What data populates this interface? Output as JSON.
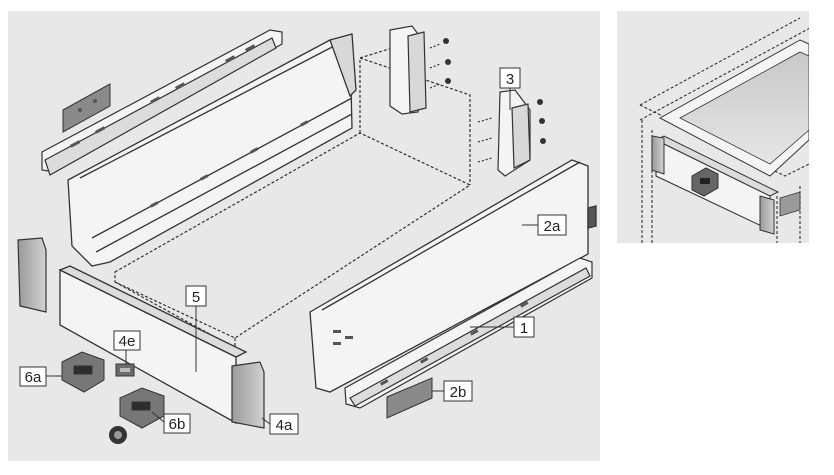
{
  "labels": {
    "l1": "1",
    "l2a": "2a",
    "l2b": "2b",
    "l3": "3",
    "l4a": "4a",
    "l4e": "4e",
    "l5": "5",
    "l6a": "6a",
    "l6b": "6b"
  },
  "colors": {
    "panel_bg": "#e8e8e8",
    "part_fill": "#f4f4f4",
    "line": "#333333",
    "dark_part": "#777777",
    "label_bg": "#ffffff"
  }
}
